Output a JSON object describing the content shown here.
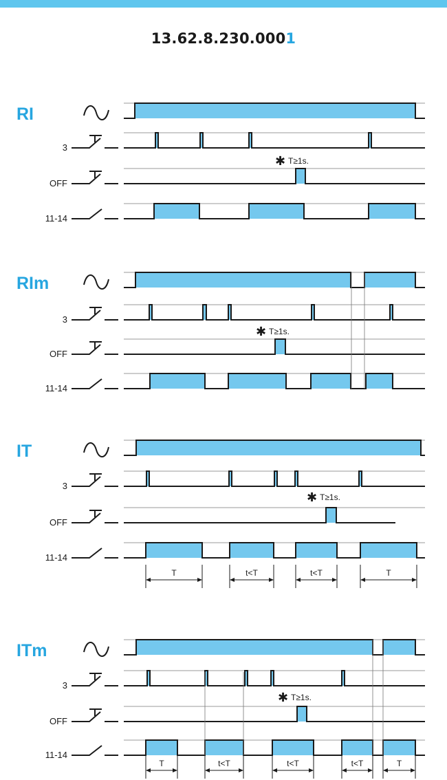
{
  "header": {
    "title_main": "13.62.8.230.000",
    "title_accent": "1",
    "accent_color": "#27a6e0",
    "bar_color": "#5fc6ee"
  },
  "diagram": {
    "fill_color": "#74c8ee",
    "line_color": "#1a1a1a",
    "row_labels": {
      "power": "",
      "input": "3",
      "off": "OFF",
      "output": "11-14"
    },
    "icons": [
      "ac-supply-icon",
      "pushbutton-icon",
      "contact-no-icon"
    ],
    "note_text": "T≥1s.",
    "note_symbol": "✱",
    "panels": [
      {
        "label": "RI"
      },
      {
        "label": "RIm"
      },
      {
        "label": "IT",
        "durations": [
          "T",
          "t<T",
          "t<T",
          "T"
        ]
      },
      {
        "label": "ITm",
        "durations": [
          "T",
          "t<T",
          "t<T",
          "t<T",
          "T"
        ]
      }
    ]
  }
}
